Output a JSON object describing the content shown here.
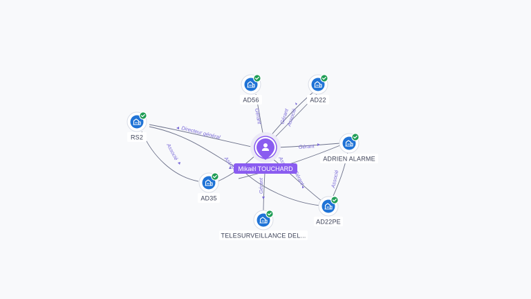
{
  "center": {
    "name": "Mikaël TOUCHARD",
    "icon": "person-icon",
    "accent": "#8a5cf0"
  },
  "nodes": [
    {
      "id": "ad56",
      "label": "AD56",
      "icon": "building-icon",
      "verified": true
    },
    {
      "id": "ad22",
      "label": "AD22",
      "icon": "building-icon",
      "verified": true
    },
    {
      "id": "rs2",
      "label": "RS2",
      "icon": "building-icon",
      "verified": true
    },
    {
      "id": "adrien",
      "label": "ADRIEN ALARME",
      "icon": "building-icon",
      "verified": true
    },
    {
      "id": "ad35",
      "label": "AD35",
      "icon": "building-icon",
      "verified": true
    },
    {
      "id": "ad22pe",
      "label": "AD22PE",
      "icon": "building-icon",
      "verified": true
    },
    {
      "id": "tele",
      "label": "TELESURVEILLANCE DEL...",
      "icon": "building-icon",
      "verified": true
    }
  ],
  "edges": [
    {
      "id": "e-ad56",
      "label": "Gérant"
    },
    {
      "id": "e-ad22",
      "label": "Gérant"
    },
    {
      "id": "e-ad22b",
      "label": "Associé"
    },
    {
      "id": "e-rs2",
      "label": "Directeur général"
    },
    {
      "id": "e-adrien",
      "label": "Gérant"
    },
    {
      "id": "e-ad35",
      "label": "Associé"
    },
    {
      "id": "e-tele",
      "label": "Gérant"
    },
    {
      "id": "e-ad22pe",
      "label": "Gérant"
    },
    {
      "id": "e-ad22pe-b",
      "label": "Associé"
    },
    {
      "id": "e-rs2-ad35",
      "label": "Associé"
    },
    {
      "id": "e-adrien-ad22pe",
      "label": "Associé"
    }
  ],
  "colors": {
    "node": "#1f73d6",
    "verified": "#1f9d55",
    "edge": "#6b7089",
    "edge_label": "#7a6ad8"
  }
}
